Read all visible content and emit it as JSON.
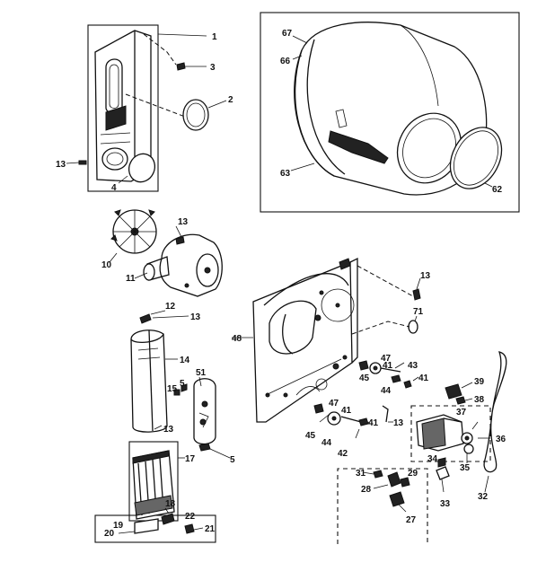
{
  "callouts": {
    "c1": "1",
    "c2": "2",
    "c3": "3",
    "c4": "4",
    "c13a": "13",
    "c67": "67",
    "c66": "66",
    "c63": "63",
    "c62": "62",
    "c13b": "13",
    "c10": "10",
    "c11": "11",
    "c12": "12",
    "c13c": "13",
    "c14": "14",
    "c15": "15",
    "c5a": "5",
    "c13d": "13",
    "c51": "51",
    "c5b": "5",
    "c17": "17",
    "c18": "18",
    "c19": "19",
    "c20": "20",
    "c22": "22",
    "c21": "21",
    "c48": "48",
    "c13e": "13",
    "c71": "71",
    "c47a": "47",
    "c41a": "41",
    "c45a": "45",
    "c44a": "44",
    "c43": "43",
    "c41b": "41",
    "c47b": "47",
    "c41c": "41",
    "c45b": "45",
    "c44b": "44",
    "c41d": "41",
    "c42": "42",
    "c13f": "13",
    "c39": "39",
    "c38": "38",
    "c37": "37",
    "c36": "36",
    "c34": "34",
    "c35": "35",
    "c33": "33",
    "c32": "32",
    "c31": "31",
    "c29": "29",
    "c28": "28",
    "c27": "27"
  }
}
